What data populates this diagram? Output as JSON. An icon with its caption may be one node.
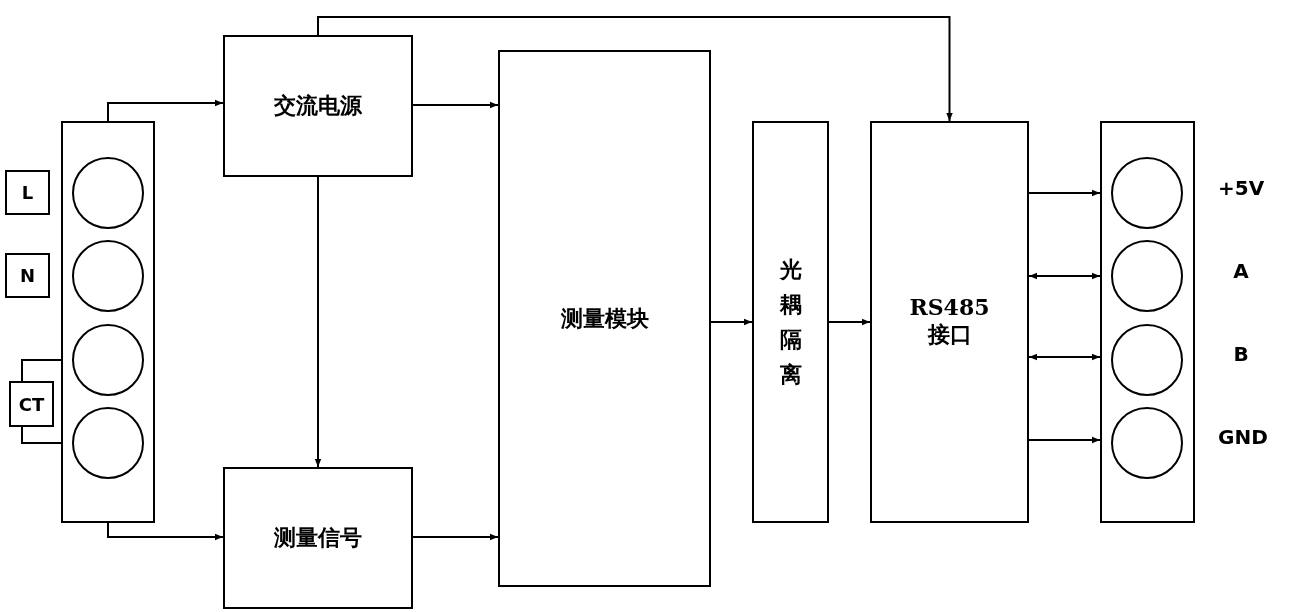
{
  "diagram": {
    "nodes": [
      {
        "text": [
          "L"
        ]
      },
      {
        "text": [
          "N"
        ]
      },
      {
        "text": [
          "CT"
        ]
      },
      {
        "text": [],
        "shape": "box"
      },
      {
        "text": [],
        "shape": "circle",
        "in": 3
      },
      {
        "text": [],
        "shape": "circle",
        "in": 3
      },
      {
        "text": [],
        "shape": "circle",
        "in": 3
      },
      {
        "text": [],
        "shape": "circle",
        "in": 3
      },
      {
        "text": [
          "交流电源"
        ]
      },
      {
        "text": [
          "测量信号"
        ]
      },
      {
        "text": [
          "测量模块"
        ]
      },
      {
        "text": [
          "光耦隔离"
        ]
      },
      {
        "text": [
          "RS485 接口"
        ]
      },
      {
        "text": [],
        "shape": "box"
      },
      {
        "text": [],
        "shape": "circle",
        "in": 13
      },
      {
        "text": [],
        "shape": "circle",
        "in": 13
      },
      {
        "text": [],
        "shape": "circle",
        "in": 13
      },
      {
        "text": [],
        "shape": "circle",
        "in": 13
      }
    ],
    "edges": [
      {
        "from": 3,
        "to": 8,
        "arrow": "to"
      },
      {
        "from": 3,
        "to": 9,
        "arrow": "to"
      },
      {
        "from": 8,
        "to": 10,
        "arrow": "to"
      },
      {
        "from": 8,
        "to": 9,
        "arrow": "to"
      },
      {
        "from": 8,
        "to": 12,
        "arrow": "to"
      },
      {
        "from": 9,
        "to": 10,
        "arrow": "to"
      },
      {
        "from": 10,
        "to": 11,
        "arrow": "to"
      },
      {
        "from": 11,
        "to": 12,
        "arrow": "to"
      },
      {
        "from": 12,
        "to": 13,
        "arrow": "to"
      },
      {
        "from": 12,
        "to": 13,
        "arrow": "both"
      },
      {
        "from": 12,
        "to": 13,
        "arrow": "both"
      },
      {
        "from": 12,
        "to": 13,
        "arrow": "to"
      },
      {
        "from": 2,
        "to": 6,
        "arrow": "none"
      },
      {
        "from": 2,
        "to": 7,
        "arrow": "none"
      }
    ],
    "labels": [
      "+5V",
      "A",
      "B",
      "GND"
    ]
  }
}
